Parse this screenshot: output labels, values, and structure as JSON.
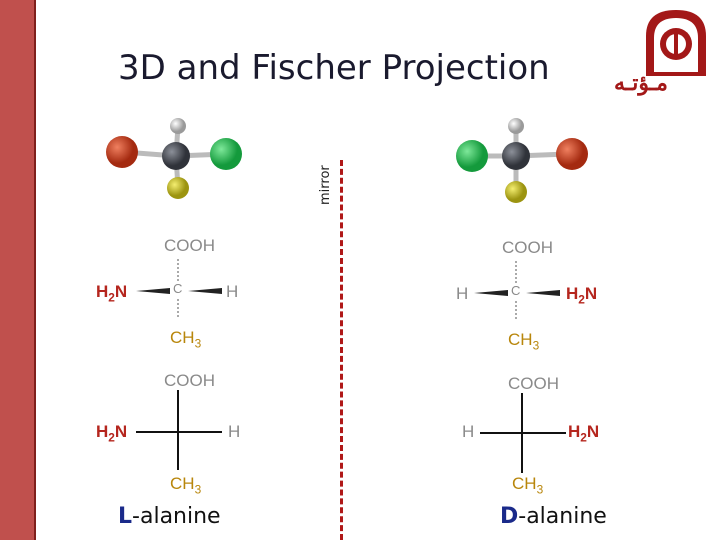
{
  "slide": {
    "title": "3D and Fischer Projection",
    "mirror_label": "mirror",
    "logo_text": "مـؤتـه"
  },
  "left": {
    "wedge": {
      "top": "COOH",
      "left": "H2N",
      "right": "H",
      "bottom": "CH3",
      "center": "C"
    },
    "fischer": {
      "top": "COOH",
      "left": "H2N",
      "right": "H",
      "bottom": "CH3"
    },
    "caption_letter": "L",
    "caption_rest": "-alanine"
  },
  "right": {
    "wedge": {
      "top": "COOH",
      "left": "H",
      "right": "H2N",
      "bottom": "CH3",
      "center": "C"
    },
    "fischer": {
      "top": "COOH",
      "left": "H",
      "right": "H2N",
      "bottom": "CH3"
    },
    "caption_letter": "D",
    "caption_rest": "-alanine"
  },
  "colors": {
    "sidebar": "#c0504d",
    "mirror_line": "#b01818",
    "amine_text": "#b5261e",
    "methyl_text": "#b8860b",
    "carboxyl_text": "#8a8a8a",
    "atom_red": "#c43a1a",
    "atom_green": "#1fb34a",
    "atom_grey": "#4a4d55",
    "atom_white": "#c8c8c8",
    "atom_yellow": "#c9c21a"
  }
}
